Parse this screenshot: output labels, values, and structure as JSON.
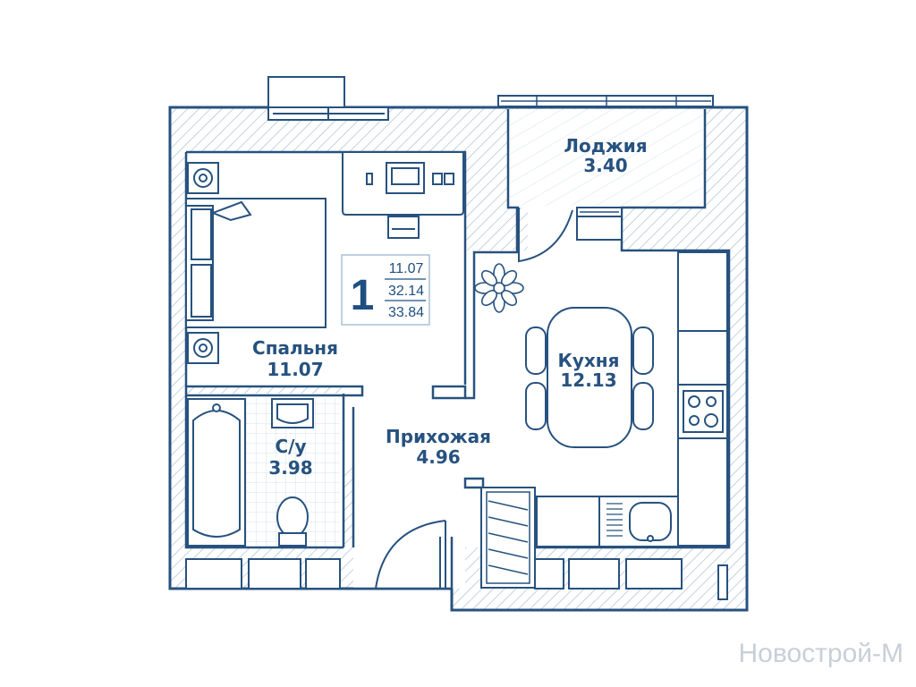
{
  "rooms": {
    "loggia": {
      "name": "Лоджия",
      "area": "3.40"
    },
    "bedroom": {
      "name": "Спальня",
      "area": "11.07"
    },
    "bathroom": {
      "name": "С/у",
      "area": "3.98"
    },
    "hallway": {
      "name": "Прихожая",
      "area": "4.96"
    },
    "kitchen": {
      "name": "Кухня",
      "area": "12.13"
    }
  },
  "summary": {
    "rooms_count": "1",
    "living_area": "11.07",
    "total_area": "32.14",
    "total_area_with_loggia": "33.84"
  },
  "watermark": "Новострой-М",
  "colors": {
    "wall": "#27527f",
    "hatch": "#9db6cf",
    "floor_line": "#c9d8e6",
    "background": "#ffffff"
  }
}
